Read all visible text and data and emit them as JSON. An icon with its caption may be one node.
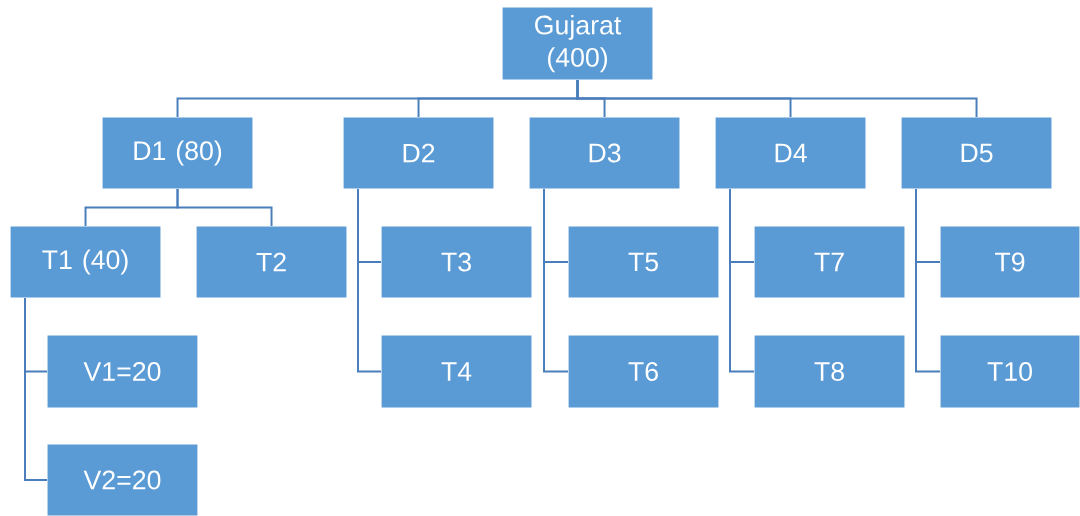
{
  "diagram": {
    "nodes": [
      {
        "text": [
          "Gujarat (400)"
        ]
      },
      {
        "text": [
          "D1 (80)"
        ]
      },
      {
        "text": [
          "D2"
        ]
      },
      {
        "text": [
          "D3"
        ]
      },
      {
        "text": [
          "D4"
        ]
      },
      {
        "text": [
          "D5"
        ]
      },
      {
        "text": [
          "T1 (40)"
        ]
      },
      {
        "text": [
          "T2"
        ]
      },
      {
        "text": [
          "T3"
        ]
      },
      {
        "text": [
          "T4"
        ]
      },
      {
        "text": [
          "T5"
        ]
      },
      {
        "text": [
          "T6"
        ]
      },
      {
        "text": [
          "T7"
        ]
      },
      {
        "text": [
          "T8"
        ]
      },
      {
        "text": [
          "T9"
        ]
      },
      {
        "text": [
          "T10"
        ]
      },
      {
        "text": [
          "V1=20"
        ]
      },
      {
        "text": [
          "V2=20"
        ]
      }
    ],
    "edges": [
      {
        "from": 0,
        "to": 1,
        "arrow": "none"
      },
      {
        "from": 0,
        "to": 2,
        "arrow": "none"
      },
      {
        "from": 0,
        "to": 3,
        "arrow": "none"
      },
      {
        "from": 0,
        "to": 4,
        "arrow": "none"
      },
      {
        "from": 0,
        "to": 5,
        "arrow": "none"
      },
      {
        "from": 1,
        "to": 6,
        "arrow": "none"
      },
      {
        "from": 1,
        "to": 7,
        "arrow": "none"
      },
      {
        "from": 2,
        "to": 8,
        "arrow": "none"
      },
      {
        "from": 2,
        "to": 9,
        "arrow": "none"
      },
      {
        "from": 3,
        "to": 10,
        "arrow": "none"
      },
      {
        "from": 3,
        "to": 11,
        "arrow": "none"
      },
      {
        "from": 4,
        "to": 12,
        "arrow": "none"
      },
      {
        "from": 4,
        "to": 13,
        "arrow": "none"
      },
      {
        "from": 5,
        "to": 14,
        "arrow": "none"
      },
      {
        "from": 5,
        "to": 15,
        "arrow": "none"
      },
      {
        "from": 6,
        "to": 16,
        "arrow": "none"
      },
      {
        "from": 6,
        "to": 17,
        "arrow": "none"
      }
    ]
  }
}
